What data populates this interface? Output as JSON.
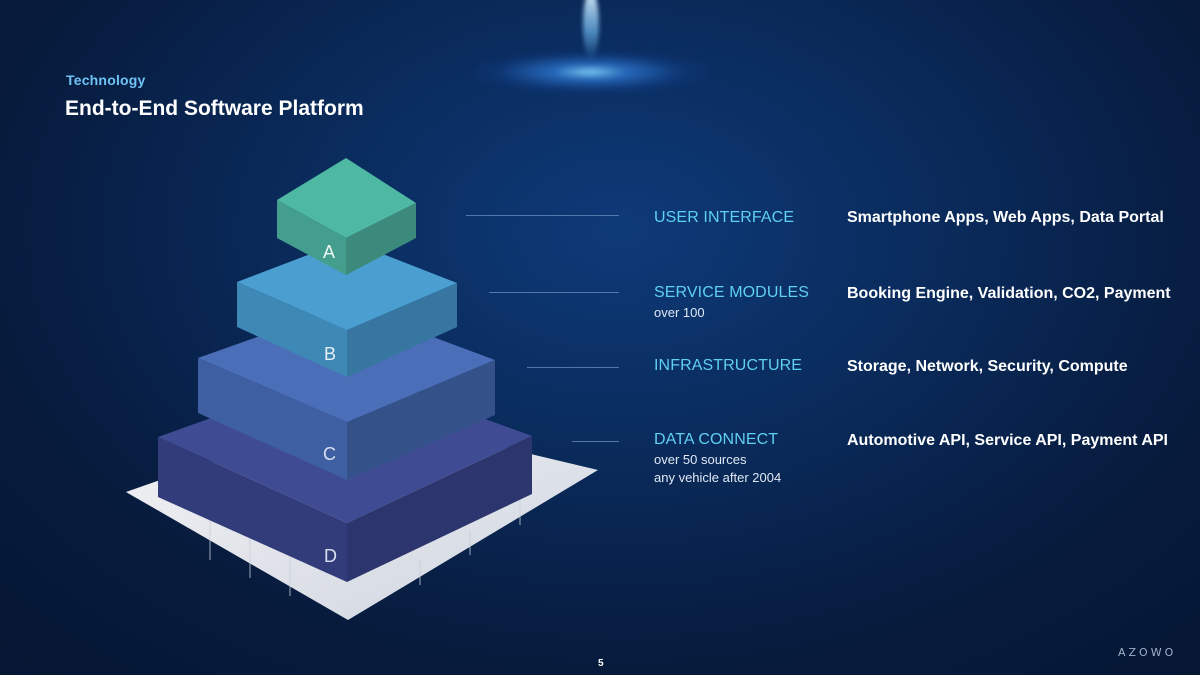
{
  "header": {
    "section": "Technology",
    "title": "End-to-End Software Platform"
  },
  "layers": [
    {
      "letter": "A",
      "name": "USER INTERFACE",
      "sub": [],
      "desc": "Smartphone Apps, Web Apps, Data Portal",
      "color": "#4fb8a3"
    },
    {
      "letter": "B",
      "name": "SERVICE MODULES",
      "sub": [
        "over 100"
      ],
      "desc": "Booking Engine, Validation, CO2, Payment",
      "color": "#4a9fd0"
    },
    {
      "letter": "C",
      "name": "INFRASTRUCTURE",
      "sub": [],
      "desc": "Storage, Network, Security, Compute",
      "color": "#4a6fb8"
    },
    {
      "letter": "D",
      "name": "DATA CONNECT",
      "sub": [
        "over 50 sources",
        "any vehicle after 2004"
      ],
      "desc": "Automotive API, Service API, Payment API",
      "color": "#3f4c94"
    }
  ],
  "footer": {
    "page_number": "5",
    "logo_text": "AZOWO"
  },
  "colors": {
    "accent": "#5fd0f2",
    "background": "#0a2b5c"
  }
}
